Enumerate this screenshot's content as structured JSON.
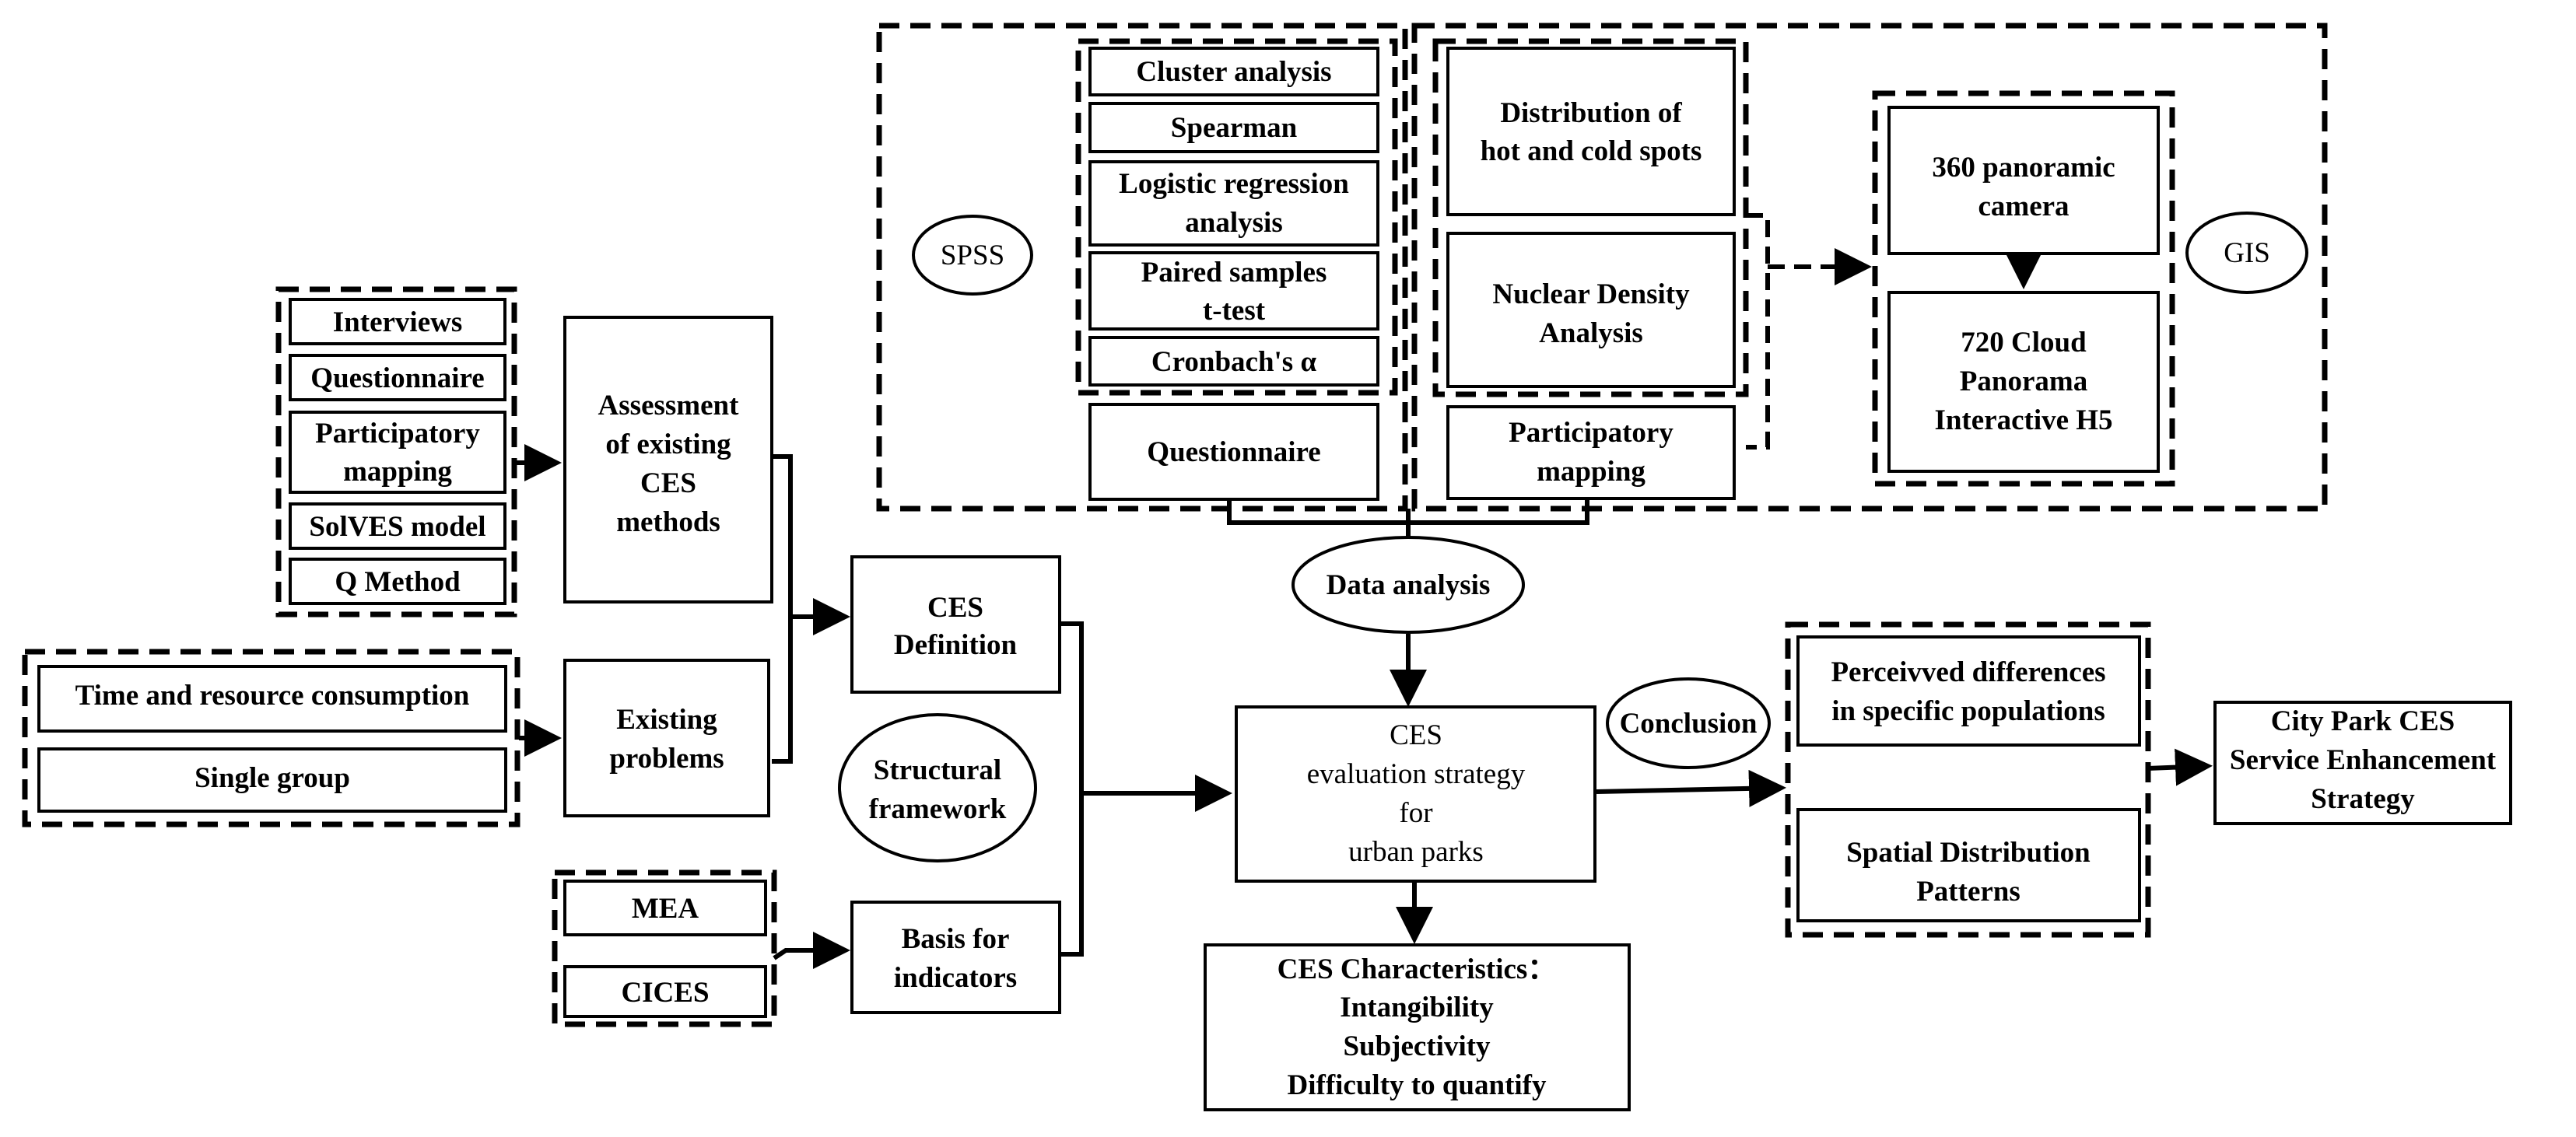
{
  "interviews": "Interviews",
  "questionnaire_left": "Questionnaire",
  "participatory_mapping_left": [
    "Participatory",
    "mapping"
  ],
  "solves_model": "SolVES model",
  "q_method": "Q Method",
  "assessment": [
    "Assessment",
    "of existing",
    "CES",
    "methods"
  ],
  "time_resource": "Time and resource consumption",
  "single_group": "Single group",
  "existing_problems": [
    "Existing",
    "problems"
  ],
  "ces_definition": [
    "CES",
    "Definition"
  ],
  "structural_framework": [
    "Structural",
    "framework"
  ],
  "mea": "MEA",
  "cices": "CICES",
  "basis_indicators": [
    "Basis for",
    "indicators"
  ],
  "spss": "SPSS",
  "cluster_analysis": "Cluster analysis",
  "spearman": "Spearman",
  "logistic_regression": [
    "Logistic regression",
    "analysis"
  ],
  "paired_samples": [
    "Paired samples",
    "t-test"
  ],
  "cronbach": "Cronbach's α",
  "questionnaire_top": "Questionnaire",
  "distribution_spots": [
    "Distribution of",
    "hot and cold spots"
  ],
  "nuclear_density": [
    "Nuclear Density",
    "Analysis"
  ],
  "participatory_mapping_top": [
    "Participatory",
    "mapping"
  ],
  "camera_360": [
    "360 panoramic",
    "camera"
  ],
  "cloud_720": [
    "720 Cloud",
    "Panorama",
    "Interactive H5"
  ],
  "gis": "GIS",
  "data_analysis": "Data analysis",
  "ces_evaluation": [
    "CES",
    "evaluation strategy",
    "for",
    "urban parks"
  ],
  "conclusion": "Conclusion",
  "ces_characteristics": [
    "CES Characteristics：",
    "Intangibility",
    "Subjectivity",
    "Difficulty to quantify"
  ],
  "perceived_differences": [
    "Perceivved differences",
    "in specific populations"
  ],
  "spatial_distribution": [
    "Spatial Distribution",
    "Patterns"
  ],
  "city_park_strategy": [
    "City Park CES",
    "Service Enhancement",
    "Strategy"
  ]
}
